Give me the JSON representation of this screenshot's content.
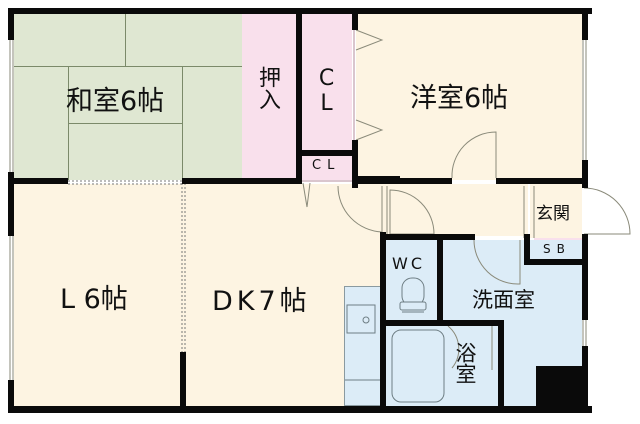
{
  "floor_plan": {
    "colors": {
      "tatami": "#dfe7d2",
      "flooring": "#fdf4e2",
      "closet": "#f9e0ec",
      "wet_area": "#dcecf7",
      "wall": "#0a0a0a",
      "window": "#f3f3ea"
    },
    "rooms": {
      "washitsu": {
        "label": "和室6帖"
      },
      "oshiire": {
        "label": "押入"
      },
      "closet_large": {
        "label": "CL"
      },
      "closet_small": {
        "label": "CL"
      },
      "youshitsu": {
        "label": "洋室6帖"
      },
      "living": {
        "label": "L 6帖"
      },
      "dining_kitchen": {
        "label": "DK7帖"
      },
      "genkan": {
        "label": "玄関"
      },
      "shoe_box": {
        "label": "SB"
      },
      "toilet": {
        "label": "WC"
      },
      "senmenjo": {
        "label": "洗面室"
      },
      "bathroom": {
        "label": "浴室"
      }
    }
  }
}
